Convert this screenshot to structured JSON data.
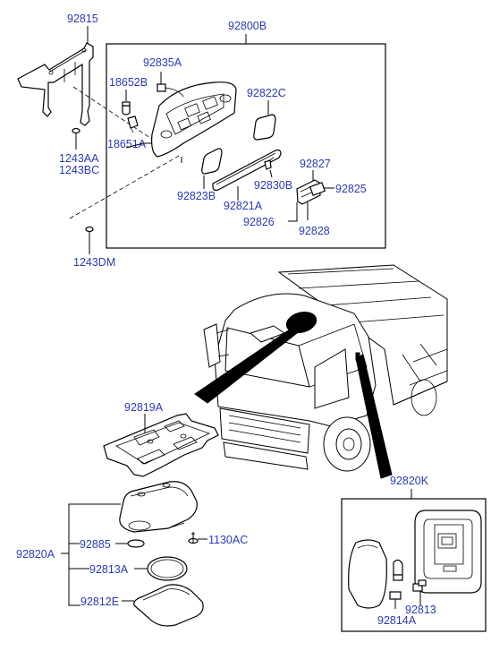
{
  "parts": {
    "p92815": "92815",
    "p92800B": "92800B",
    "p92835A": "92835A",
    "p18652B": "18652B",
    "p18651A": "18651A",
    "p92822C": "92822C",
    "p1243AA": "1243AA",
    "p1243BC": "1243BC",
    "p92823B": "92823B",
    "p92821A": "92821A",
    "p92830B": "92830B",
    "p92827": "92827",
    "p92825": "92825",
    "p92826": "92826",
    "p92828": "92828",
    "p1243DM": "1243DM",
    "p92819A": "92819A",
    "p92820K": "92820K",
    "p92885": "92885",
    "p1130AC": "1130AC",
    "p92820A": "92820A",
    "p92813A": "92813A",
    "p92812E": "92812E",
    "p92813": "92813",
    "p92814A": "92814A"
  },
  "colors": {
    "label": "#2b3bb8",
    "line": "#000000",
    "background": "#ffffff"
  }
}
